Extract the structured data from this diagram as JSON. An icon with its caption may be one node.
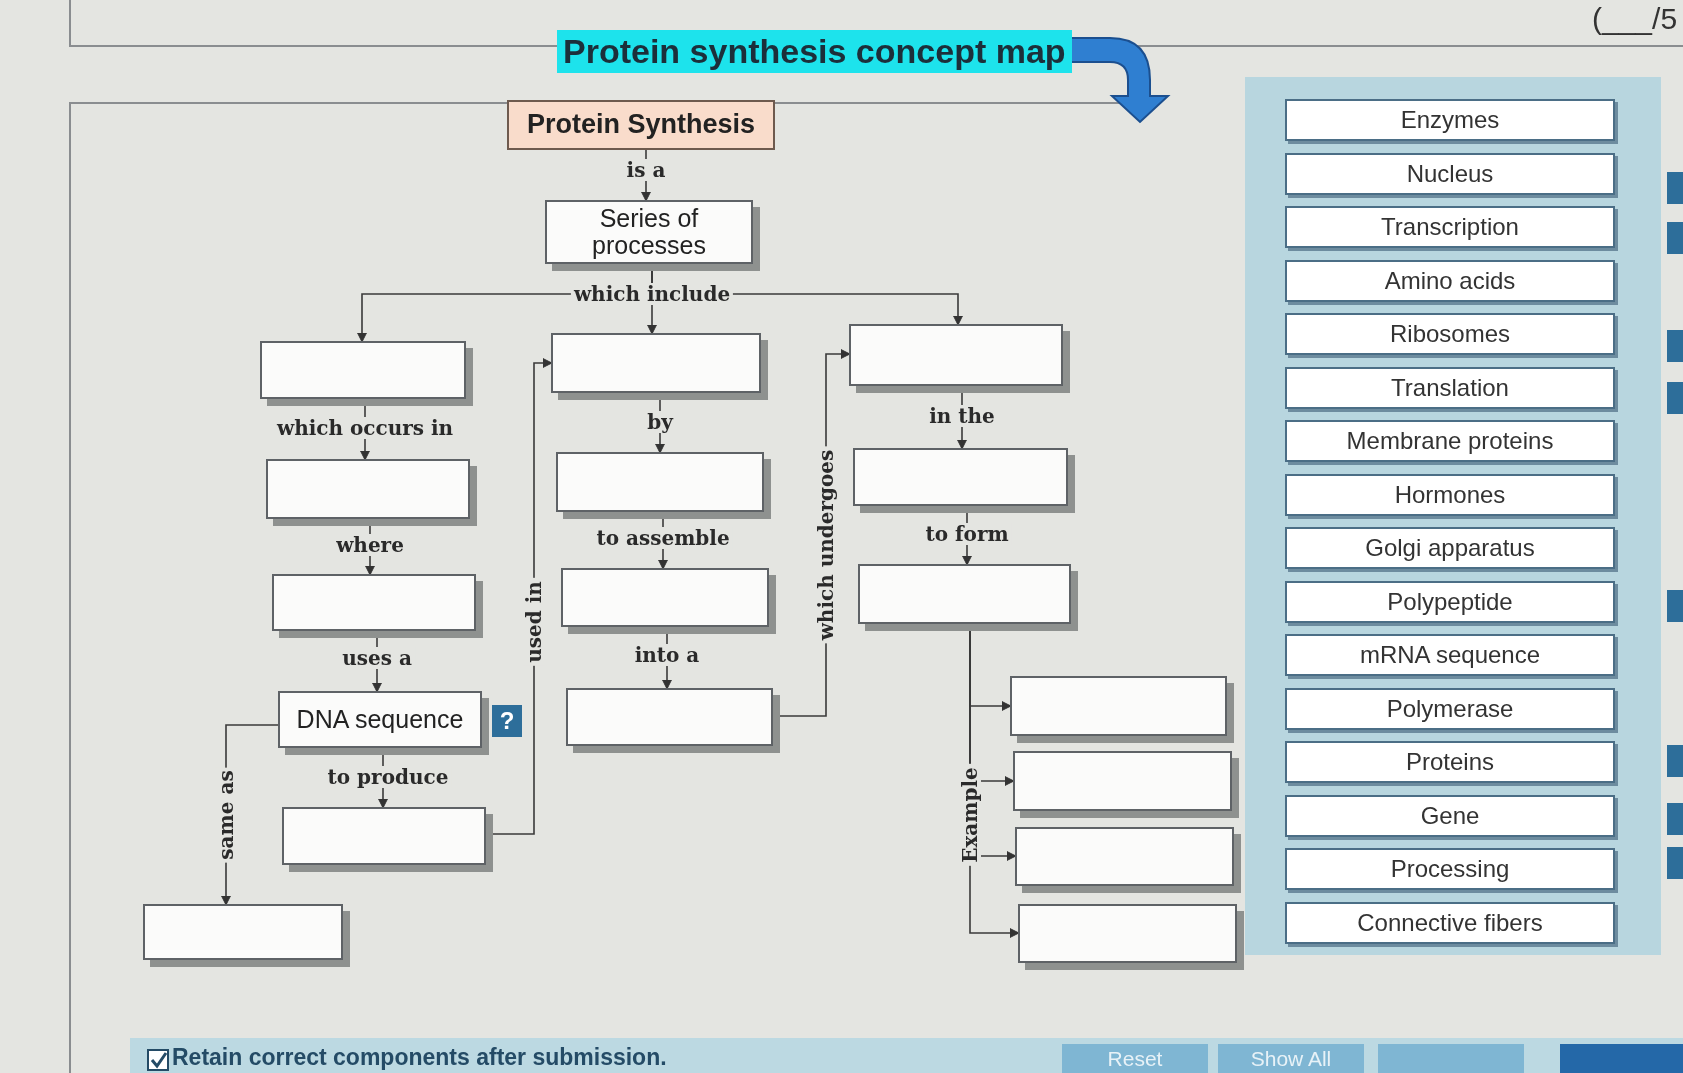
{
  "diagram": {
    "title": "Protein synthesis concept map",
    "nodes": [
      {
        "text": [
          "Protein Synthesis"
        ]
      },
      {
        "text": [
          "Series of processes"
        ]
      },
      {
        "text": [],
        "shape": "box"
      },
      {
        "text": [],
        "shape": "box"
      },
      {
        "text": [],
        "shape": "box"
      },
      {
        "text": [
          "DNA sequence"
        ]
      },
      {
        "text": [],
        "shape": "box"
      },
      {
        "text": [],
        "shape": "box"
      },
      {
        "text": [],
        "shape": "box"
      },
      {
        "text": [],
        "shape": "box"
      },
      {
        "text": [],
        "shape": "box"
      },
      {
        "text": [],
        "shape": "box"
      },
      {
        "text": [],
        "shape": "box"
      },
      {
        "text": [],
        "shape": "box"
      },
      {
        "text": [],
        "shape": "box"
      },
      {
        "text": [],
        "shape": "box"
      },
      {
        "text": [],
        "shape": "box"
      },
      {
        "text": [],
        "shape": "box"
      },
      {
        "text": [],
        "shape": "box"
      },
      {
        "text": [],
        "shape": "box"
      },
      {
        "text": [
          "Enzymes"
        ],
        "in": 19
      },
      {
        "text": [
          "Nucleus"
        ],
        "in": 19
      },
      {
        "text": [
          "Transcription"
        ],
        "in": 19
      },
      {
        "text": [
          "Amino acids"
        ],
        "in": 19
      },
      {
        "text": [
          "Ribosomes"
        ],
        "in": 19
      },
      {
        "text": [
          "Translation"
        ],
        "in": 19
      },
      {
        "text": [
          "Membrane proteins"
        ],
        "in": 19
      },
      {
        "text": [
          "Hormones"
        ],
        "in": 19
      },
      {
        "text": [
          "Golgi apparatus"
        ],
        "in": 19
      },
      {
        "text": [
          "Polypeptide"
        ],
        "in": 19
      },
      {
        "text": [
          "mRNA sequence"
        ],
        "in": 19
      },
      {
        "text": [
          "Polymerase"
        ],
        "in": 19
      },
      {
        "text": [
          "Proteins"
        ],
        "in": 19
      },
      {
        "text": [
          "Gene"
        ],
        "in": 19
      },
      {
        "text": [
          "Processing"
        ],
        "in": 19
      },
      {
        "text": [
          "Connective fibers"
        ],
        "in": 19
      }
    ],
    "edges": [
      {
        "from": 0,
        "to": 1,
        "arrow": "to",
        "label": "is a"
      },
      {
        "from": 1,
        "to": 2,
        "arrow": "to"
      },
      {
        "from": 1,
        "to": 8,
        "arrow": "to",
        "label": "which include"
      },
      {
        "from": 1,
        "to": 12,
        "arrow": "to"
      },
      {
        "from": 2,
        "to": 3,
        "arrow": "to",
        "label": "which occurs in"
      },
      {
        "from": 3,
        "to": 4,
        "arrow": "to",
        "label": "where"
      },
      {
        "from": 4,
        "to": 5,
        "arrow": "to",
        "label": "uses a"
      },
      {
        "from": 5,
        "to": 6,
        "arrow": "to",
        "label": "to produce"
      },
      {
        "from": 5,
        "to": 7,
        "arrow": "to",
        "label": "same as"
      },
      {
        "from": 6,
        "to": 8,
        "arrow": "to",
        "label": "used in"
      },
      {
        "from": 8,
        "to": 9,
        "arrow": "to",
        "label": "by"
      },
      {
        "from": 9,
        "to": 10,
        "arrow": "to",
        "label": "to assemble"
      },
      {
        "from": 10,
        "to": 11,
        "arrow": "to",
        "label": "into a"
      },
      {
        "from": 11,
        "to": 12,
        "arrow": "to",
        "label": "which undergoes"
      },
      {
        "from": 12,
        "to": 13,
        "arrow": "to",
        "label": "in the"
      },
      {
        "from": 13,
        "to": 14,
        "arrow": "to",
        "label": "to form"
      },
      {
        "from": 14,
        "to": 15,
        "arrow": "to"
      },
      {
        "from": 14,
        "to": 16,
        "arrow": "to"
      },
      {
        "from": 14,
        "to": 17,
        "arrow": "to",
        "label": "Example"
      },
      {
        "from": 14,
        "to": 18,
        "arrow": "to"
      }
    ],
    "labels": [
      "?",
      "(___/5",
      "Retain correct components after submission.",
      "Reset",
      "Show All"
    ]
  }
}
